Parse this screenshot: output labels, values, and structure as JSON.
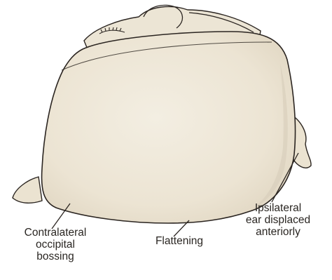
{
  "figure": {
    "skin_color": "#ede6d6",
    "outline_color": "#2b2521",
    "shadow_color": "#d8cfbc"
  },
  "labels": {
    "contralateral": [
      "Contralateral",
      "occipital",
      "bossing"
    ],
    "flattening": [
      "Flattening"
    ],
    "ipsilateral": [
      "Ipsilateral",
      "ear displaced",
      "anteriorly"
    ]
  }
}
